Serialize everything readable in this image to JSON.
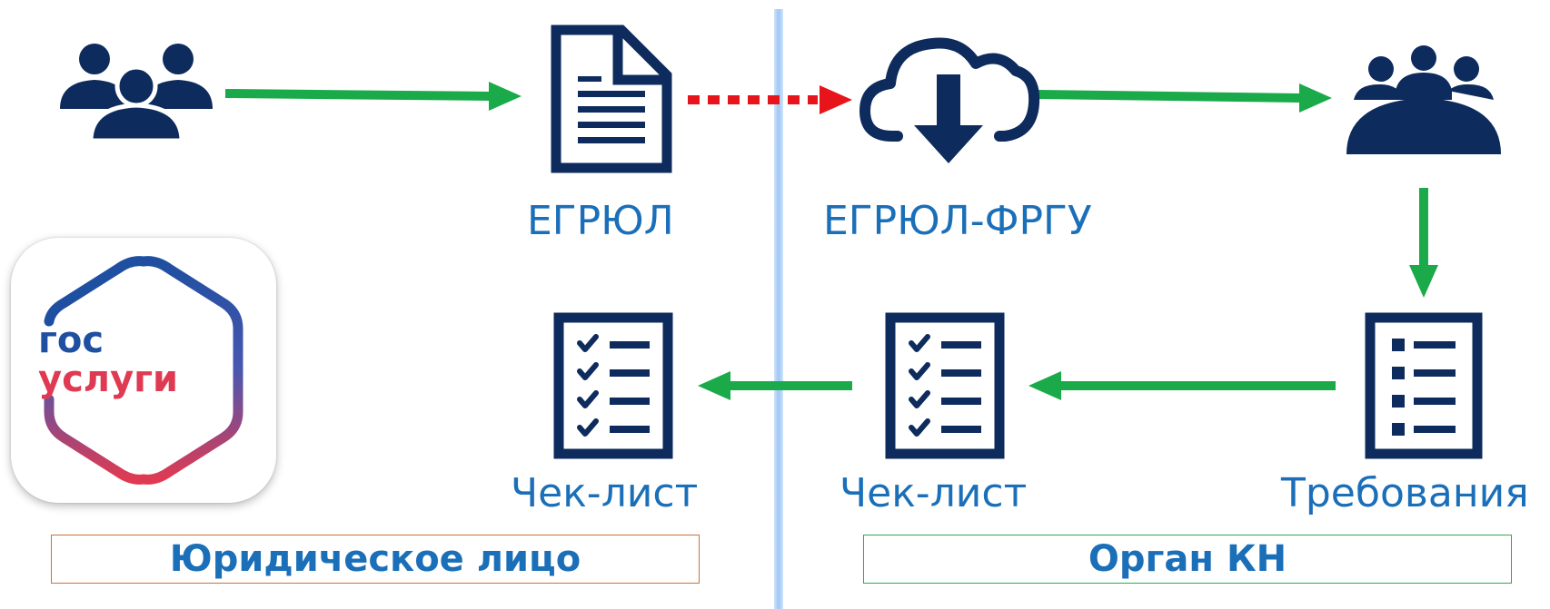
{
  "nodes": {
    "legal_entity_users": {
      "icon": "users-group-icon"
    },
    "egrul": {
      "icon": "document-icon",
      "label": "ЕГРЮЛ"
    },
    "egrul_frgu": {
      "icon": "cloud-download-icon",
      "label": "ЕГРЮЛ-ФРГУ"
    },
    "authority_team": {
      "icon": "team-table-icon"
    },
    "requirements": {
      "icon": "list-icon",
      "label": "Требования"
    },
    "checklist_authority": {
      "icon": "checklist-icon",
      "label": "Чек-лист"
    },
    "checklist_legal": {
      "icon": "checklist-icon",
      "label": "Чек-лист"
    }
  },
  "logo": {
    "line1": "гос",
    "line2": "услуги"
  },
  "sides": {
    "left": "Юридическое лицо",
    "right": "Орган КН"
  },
  "colors": {
    "icon": "#0d2b5c",
    "arrow_flow": "#1aaa4a",
    "arrow_sync": "#e8141c",
    "divider": "#a9cdf5",
    "label": "#1a6fb8",
    "logo_blue": "#1f4fa0",
    "logo_red": "#e03a52"
  },
  "edges": [
    {
      "from": "legal_entity_users",
      "to": "egrul",
      "style": "solid",
      "color": "green"
    },
    {
      "from": "egrul",
      "to": "egrul_frgu",
      "style": "dotted",
      "color": "red"
    },
    {
      "from": "egrul_frgu",
      "to": "authority_team",
      "style": "solid",
      "color": "green"
    },
    {
      "from": "authority_team",
      "to": "requirements",
      "style": "solid",
      "color": "green"
    },
    {
      "from": "requirements",
      "to": "checklist_authority",
      "style": "solid",
      "color": "green"
    },
    {
      "from": "checklist_authority",
      "to": "checklist_legal",
      "style": "solid",
      "color": "green"
    }
  ]
}
